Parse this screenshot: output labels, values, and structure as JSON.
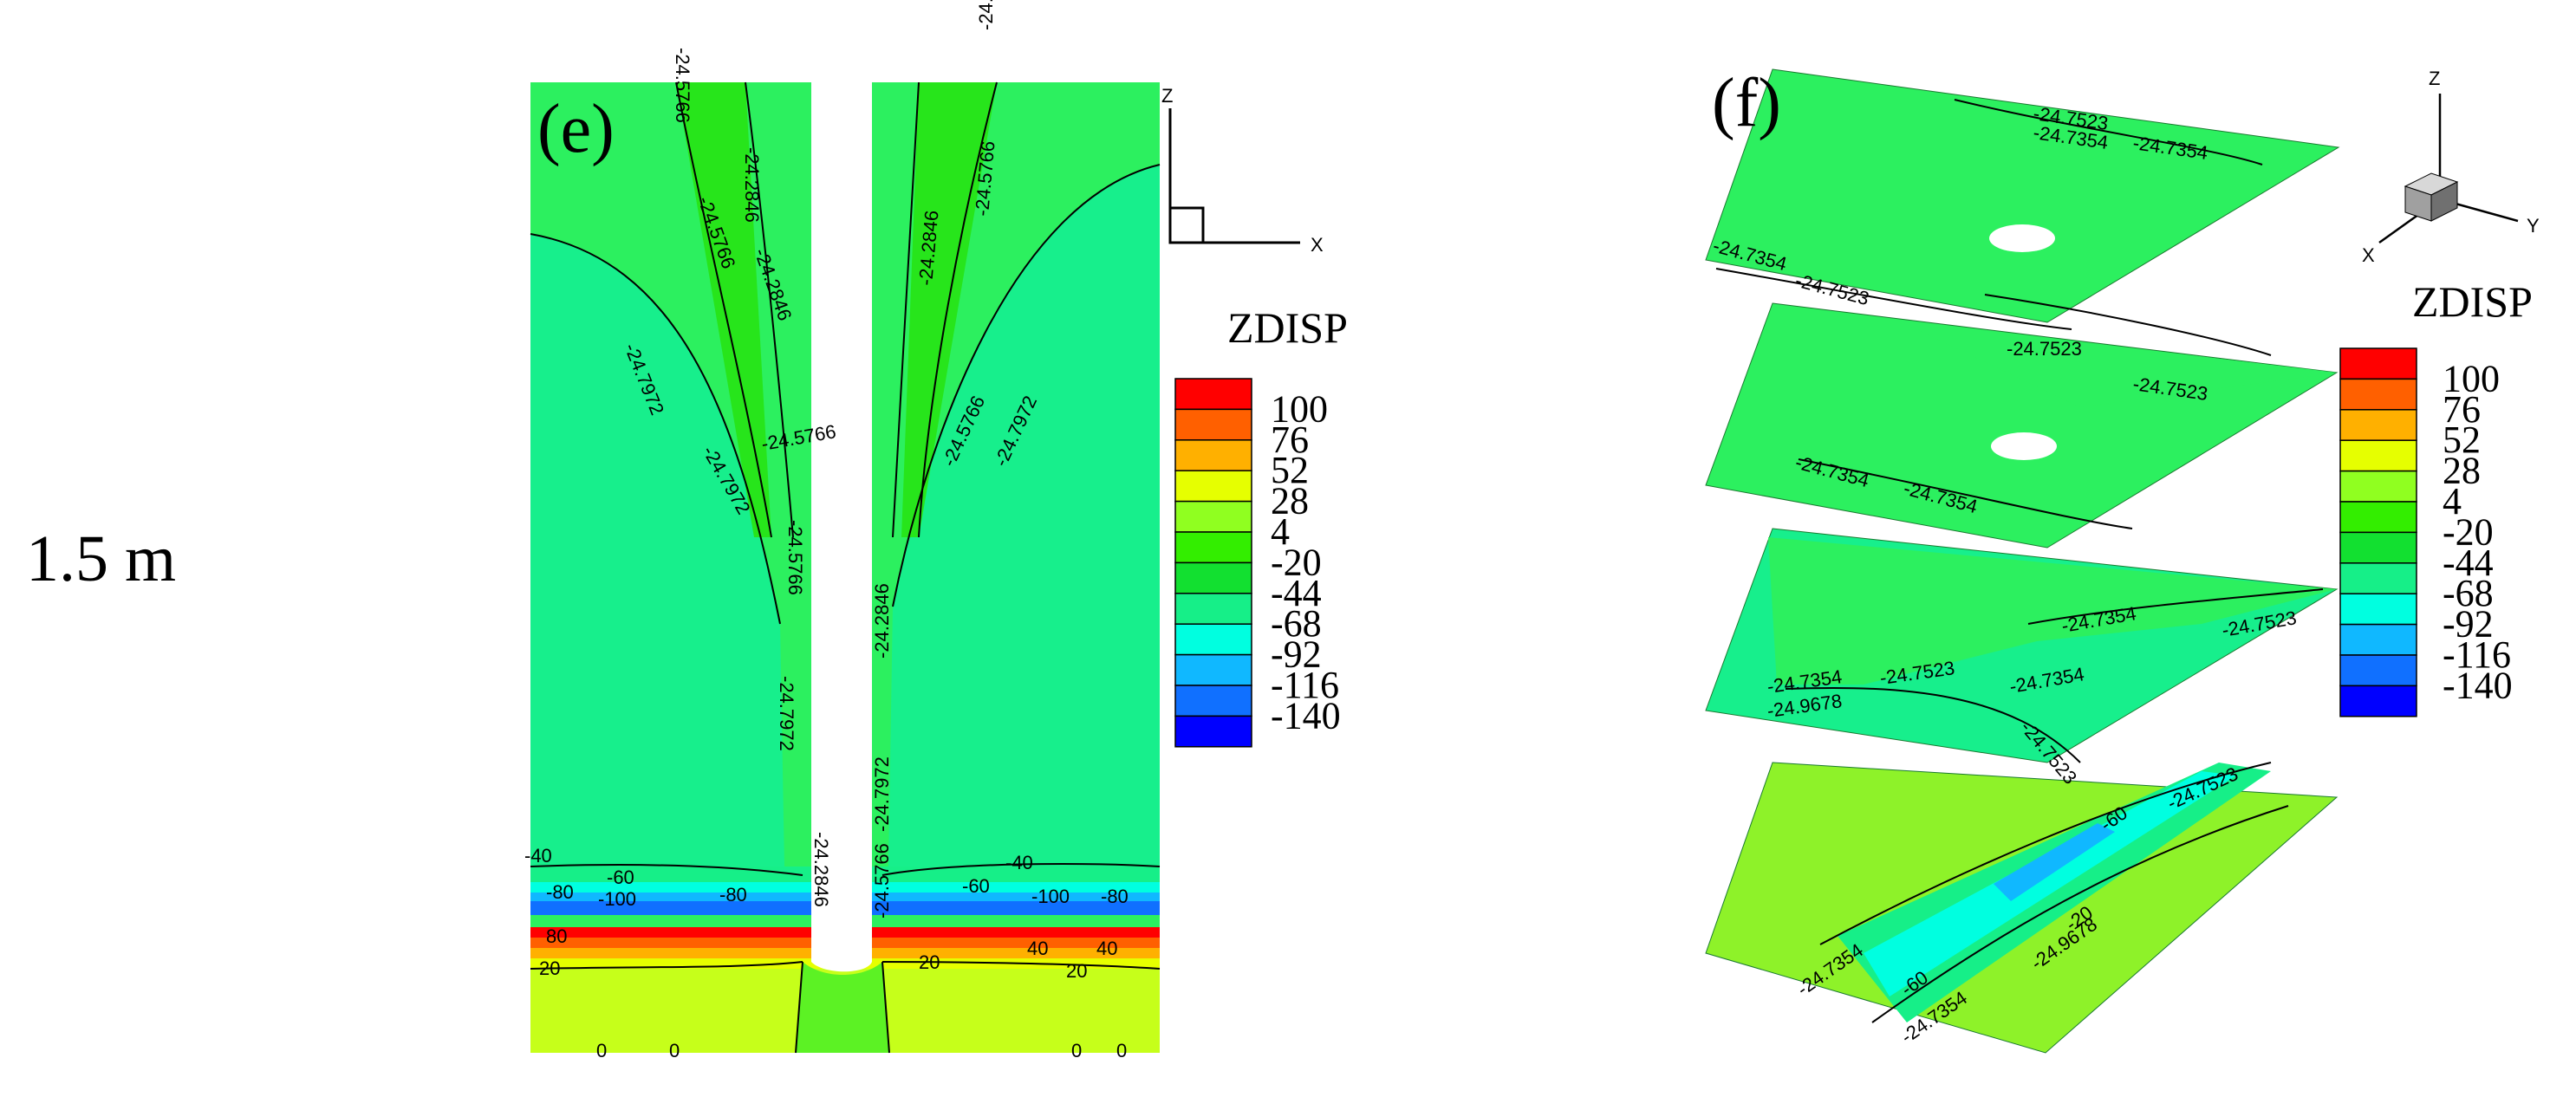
{
  "row_label": "1.5 m",
  "panel_e": {
    "letter": "(e)",
    "axes": {
      "z": "Z",
      "x": "X"
    },
    "contour_labels": [
      "-24.5766",
      "-24.2846",
      "-24.7972",
      "-40",
      "-60",
      "-80",
      "-100",
      "80",
      "40",
      "20",
      "0"
    ]
  },
  "panel_f": {
    "letter": "(f)",
    "axes": {
      "z": "Z",
      "y": "Y",
      "x": "X"
    },
    "contour_labels": [
      "-24.7523",
      "-24.7354",
      "-24.9678",
      "-60",
      "-20"
    ]
  },
  "legend": {
    "title": "ZDISP",
    "levels": [
      "100",
      "76",
      "52",
      "28",
      "4",
      "-20",
      "-44",
      "-68",
      "-92",
      "-116",
      "-140"
    ],
    "colors": [
      "#ff0000",
      "#ff6000",
      "#ffb000",
      "#e6ff00",
      "#90ff20",
      "#33ee00",
      "#12e030",
      "#16ef88",
      "#00ffe0",
      "#10b8ff",
      "#1070ff",
      "#0000ff"
    ]
  }
}
